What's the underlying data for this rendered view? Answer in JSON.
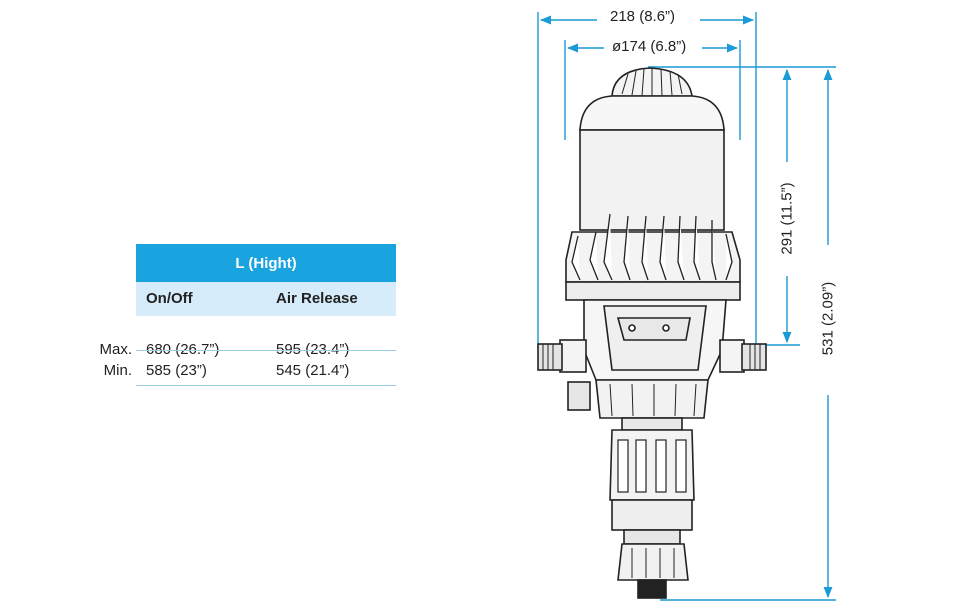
{
  "dimensions": {
    "overall_width": "218 (8.6”)",
    "diameter": "ø174 (6.8”)",
    "height_upper": "291 (11.5”)",
    "height_total": "531 (2.09”)"
  },
  "table": {
    "header": "L (Hight)",
    "columns": [
      "On/Off",
      "Air Release"
    ],
    "rows": [
      {
        "label": "Max.",
        "values": [
          "680 (26.7”)",
          "595 (23.4”)"
        ]
      },
      {
        "label": "Min.",
        "values": [
          "585 (23”)",
          "545 (21.4”)"
        ]
      }
    ]
  },
  "colors": {
    "accent": "#1aa4df",
    "subheader": "#d6ecfa",
    "dimension_line": "#1a9ad6",
    "outline": "#222222"
  }
}
